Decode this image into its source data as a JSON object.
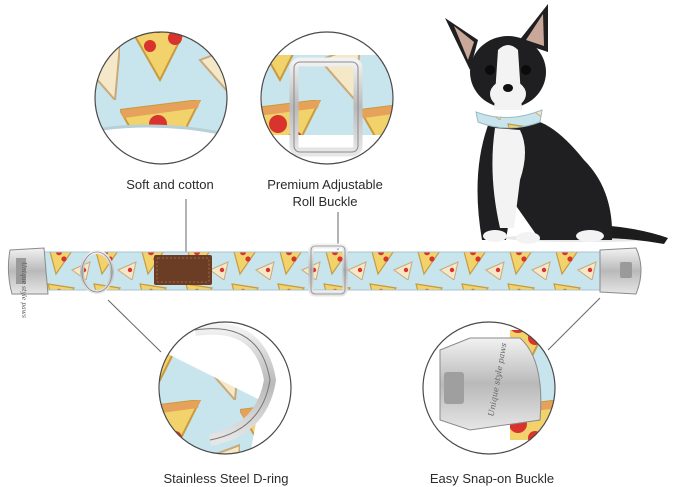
{
  "features": {
    "soft": {
      "label": "Soft and cotton"
    },
    "roll_buckle": {
      "line1": "Premium Adjustable",
      "line2": "Roll Buckle"
    },
    "dring": {
      "label": "Stainless Steel D-ring"
    },
    "snap": {
      "label": "Easy Snap-on Buckle"
    }
  },
  "engraving": "Unique style paws",
  "colors": {
    "collar_bg": "#c8e4ec",
    "pizza_crust": "#f2d36b",
    "pepperoni": "#d8332c",
    "steel": "#c9c9c9",
    "tag_brown": "#6b3d25"
  }
}
